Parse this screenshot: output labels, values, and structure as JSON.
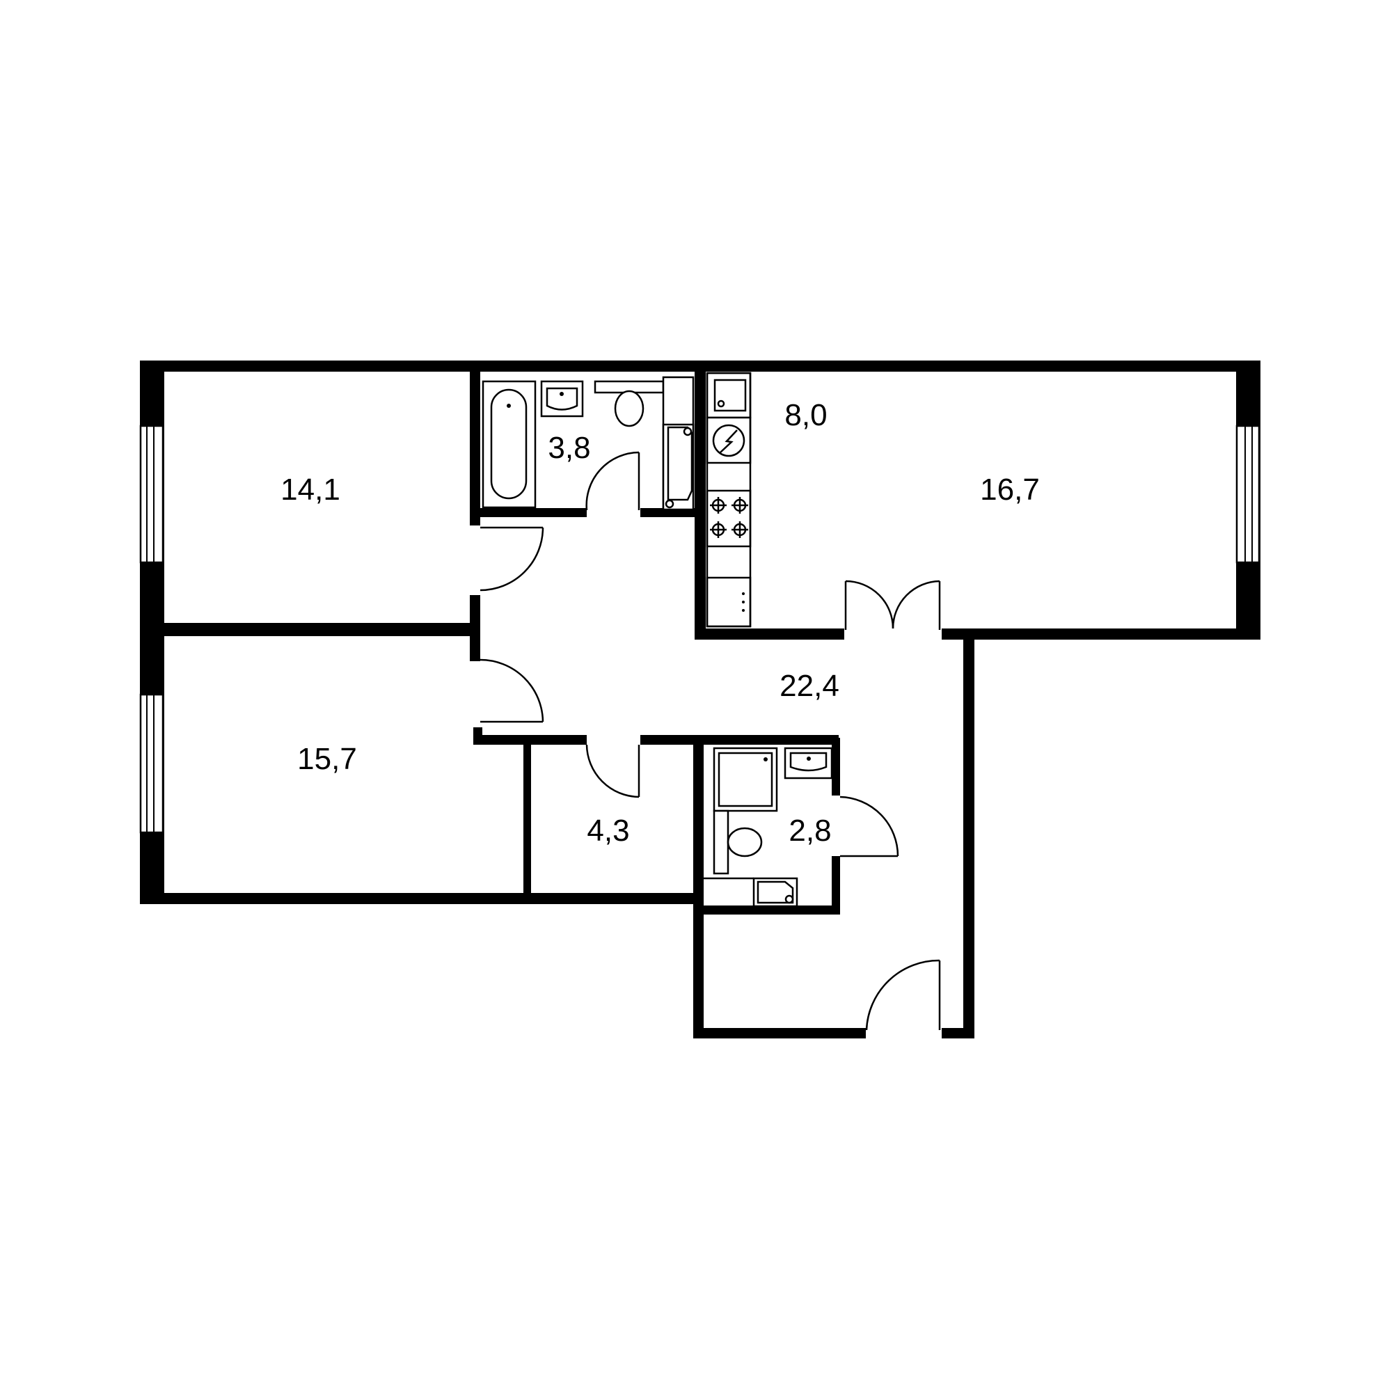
{
  "plan": {
    "rooms": [
      {
        "id": "room-14-1",
        "area": "14,1"
      },
      {
        "id": "bathroom-3-8",
        "area": "3,8"
      },
      {
        "id": "kitchen-8-0",
        "area": "8,0"
      },
      {
        "id": "room-16-7",
        "area": "16,7"
      },
      {
        "id": "hall-22-4",
        "area": "22,4"
      },
      {
        "id": "room-15-7",
        "area": "15,7"
      },
      {
        "id": "storage-4-3",
        "area": "4,3"
      },
      {
        "id": "wc-2-8",
        "area": "2,8"
      }
    ],
    "colors": {
      "wall": "#000000",
      "background": "#ffffff"
    }
  }
}
